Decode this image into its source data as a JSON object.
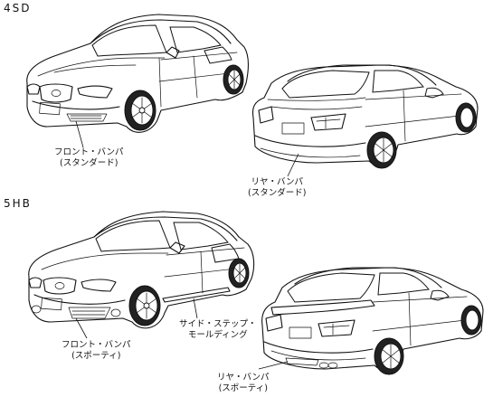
{
  "sections": [
    {
      "label": "4SD"
    },
    {
      "label": "5HB"
    }
  ],
  "callouts": {
    "sd_front_bumper": {
      "line1": "フロント・バンパ",
      "line2": "(スタンダード)"
    },
    "sd_rear_bumper": {
      "line1": "リヤ・バンパ",
      "line2": "(スタンダード)"
    },
    "hb_side_step": {
      "line1": "サイド・ステップ・",
      "line2": "モールディング"
    },
    "hb_front_bumper": {
      "line1": "フロント・バンパ",
      "line2": "(スポーティ)"
    },
    "hb_rear_bumper": {
      "line1": "リヤ・バンパ",
      "line2": "(スポーティ)"
    }
  },
  "colors": {
    "line": "#111111",
    "tire": "#222222",
    "background": "#ffffff"
  }
}
